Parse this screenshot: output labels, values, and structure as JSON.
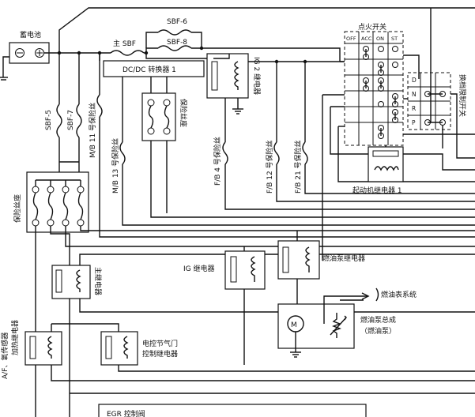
{
  "labels": {
    "battery": "蓄电池",
    "sbf6": "SBF-6",
    "sbf8": "SBF-8",
    "main_sbf": "主 SBF",
    "dcdc": "DC/DC 转换器 1",
    "ignition_switch": "点火开关",
    "sw_off": "OFF",
    "sw_acc": "ACC",
    "sw_on": "ON",
    "sw_st": "ST",
    "sbf5": "SBF-5",
    "sbf7": "SBF-7",
    "mb11": "M/B 11 号保险丝",
    "mb13": "M/B 13 号保险丝",
    "fuse_block_1": "保险丝座",
    "fuse_block_2": "保险丝座",
    "fb4": "F/B 4 号保险丝",
    "ig2": "IG 2 继电器",
    "fb12": "F/B 12 号保险丝",
    "fb21": "F/B 21 号保险丝",
    "starter_relay": "起动机继电器 1",
    "gear_d": "D",
    "gear_n": "N",
    "gear_r": "R",
    "gear_p": "P",
    "shift_switch": "换档限制开关",
    "main_relay": "主继电器",
    "ig_relay": "IG 继电器",
    "fuel_pump_relay": "燃油泵继电器",
    "fuel_gauge": "燃油表系统",
    "motor": "M",
    "fuel_pump_1": "燃油泵总成",
    "fuel_pump_2": "（燃油泵）",
    "throttle_1": "电控节气门",
    "throttle_2": "控制继电器",
    "af_1": "A/F、氧传感器",
    "af_2": "加热继电器",
    "egr": "EGR 控制阀"
  },
  "colors": {
    "line": "#111111",
    "background": "#ffffff"
  }
}
